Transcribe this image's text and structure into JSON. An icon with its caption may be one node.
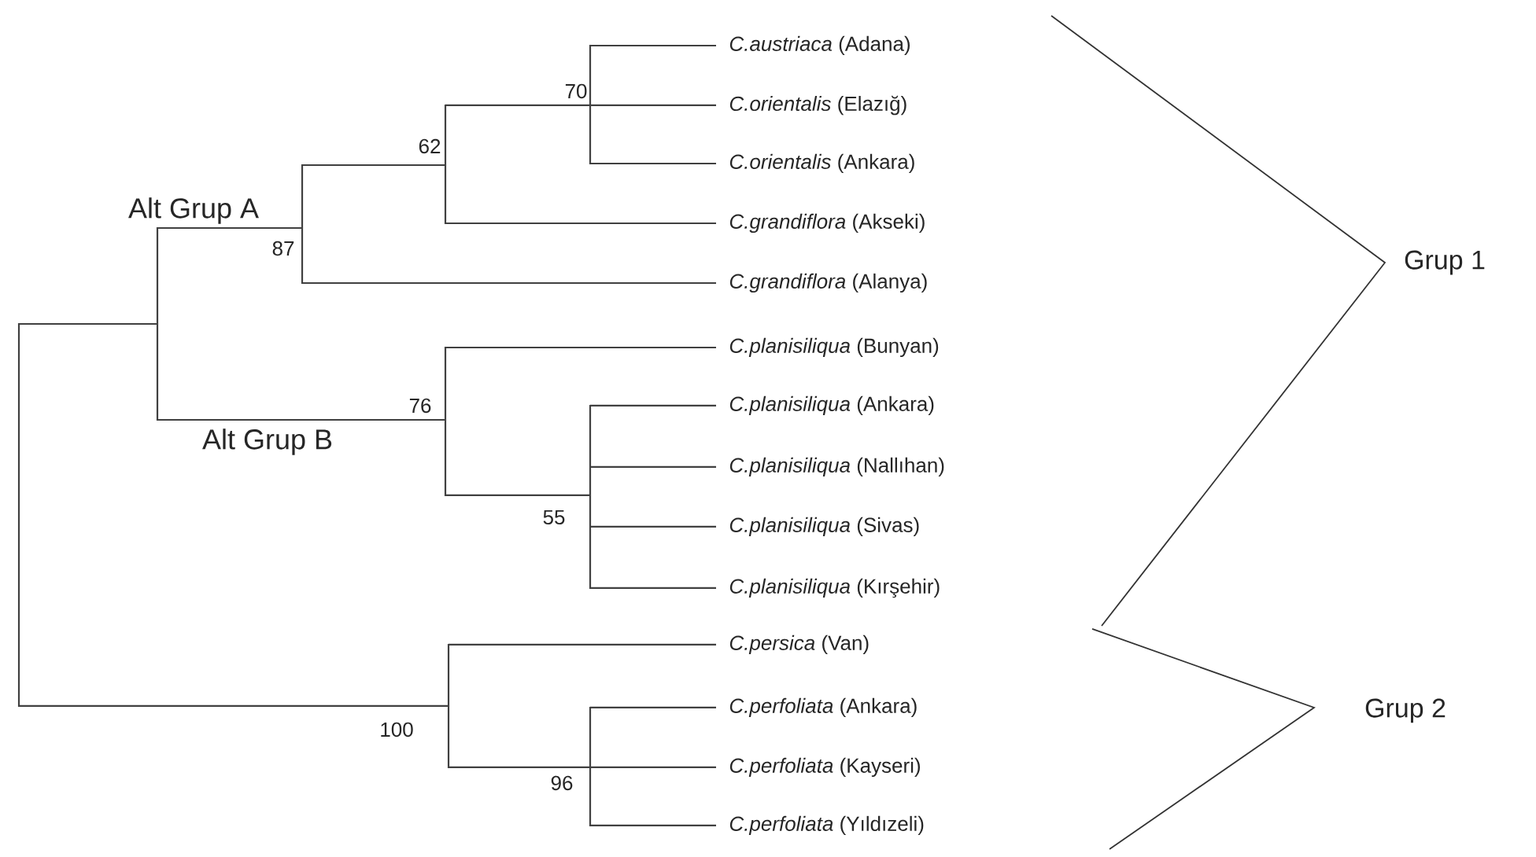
{
  "diagram": {
    "labels": [
      "*C.austriaca* (Adana)",
      "70",
      "*C.orientalis* (Elazığ)",
      "62",
      "*C.orientalis* (Ankara)",
      "Alt Grup A",
      "*C.grandiflora* (Akseki)",
      "87",
      "Grup 1",
      "*C.grandiflora* (Alanya)",
      "*C.planisiliqua* (Bunyan)",
      "*C.planisiliqua* (Ankara)",
      "76",
      "Alt Grup B",
      "*C.planisiliqua* (Nallıhan)",
      "55",
      "*C.planisiliqua* (Sivas)",
      "*C.planisiliqua* (Kırşehir)",
      "*C.persica* (Van)",
      "*C.perfoliata* (Ankara)",
      "Grup 2",
      "100",
      "*C.perfoliata* (Kayseri)",
      "96",
      "*C.perfoliata* (Yıldızeli)"
    ]
  }
}
